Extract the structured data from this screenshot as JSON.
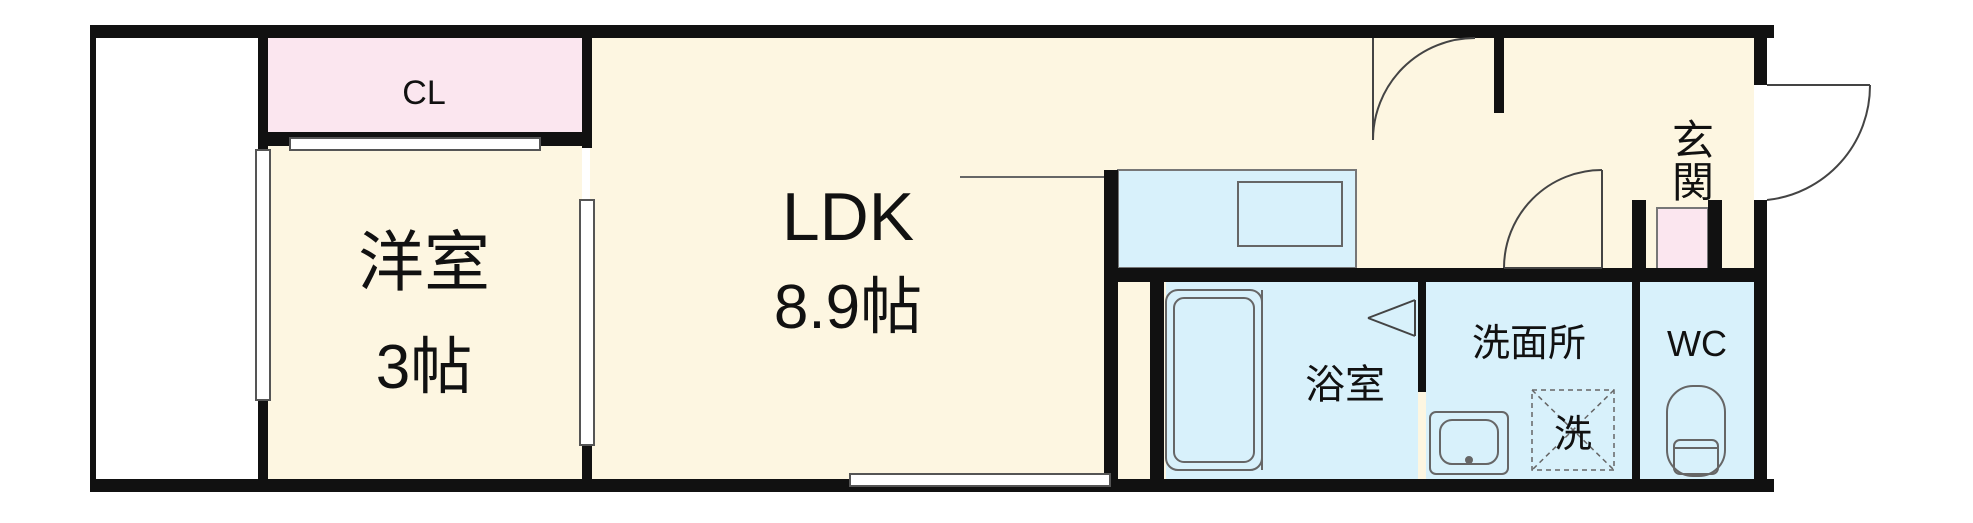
{
  "floor_plan": {
    "colors": {
      "wall": "#111111",
      "room": "#fdf6e1",
      "closet": "#fbe6ef",
      "water": "#d8f1fb",
      "balcony": "#ffffff",
      "window": "#ffffff"
    },
    "rooms": {
      "cl": {
        "label": "CL"
      },
      "western_room": {
        "label": "洋室",
        "size": "3帖"
      },
      "ldk": {
        "label": "LDK",
        "size": "8.9帖"
      },
      "entrance": {
        "label": "玄関"
      },
      "bath": {
        "label": "浴室"
      },
      "washroom": {
        "label": "洗面所",
        "laundry": "洗"
      },
      "toilet": {
        "label": "WC"
      }
    },
    "icons": [
      "door-swing-icon",
      "bathtub-icon",
      "kitchen-counter-icon",
      "sink-icon",
      "washing-machine-icon",
      "toilet-icon",
      "shoe-box-icon"
    ]
  }
}
